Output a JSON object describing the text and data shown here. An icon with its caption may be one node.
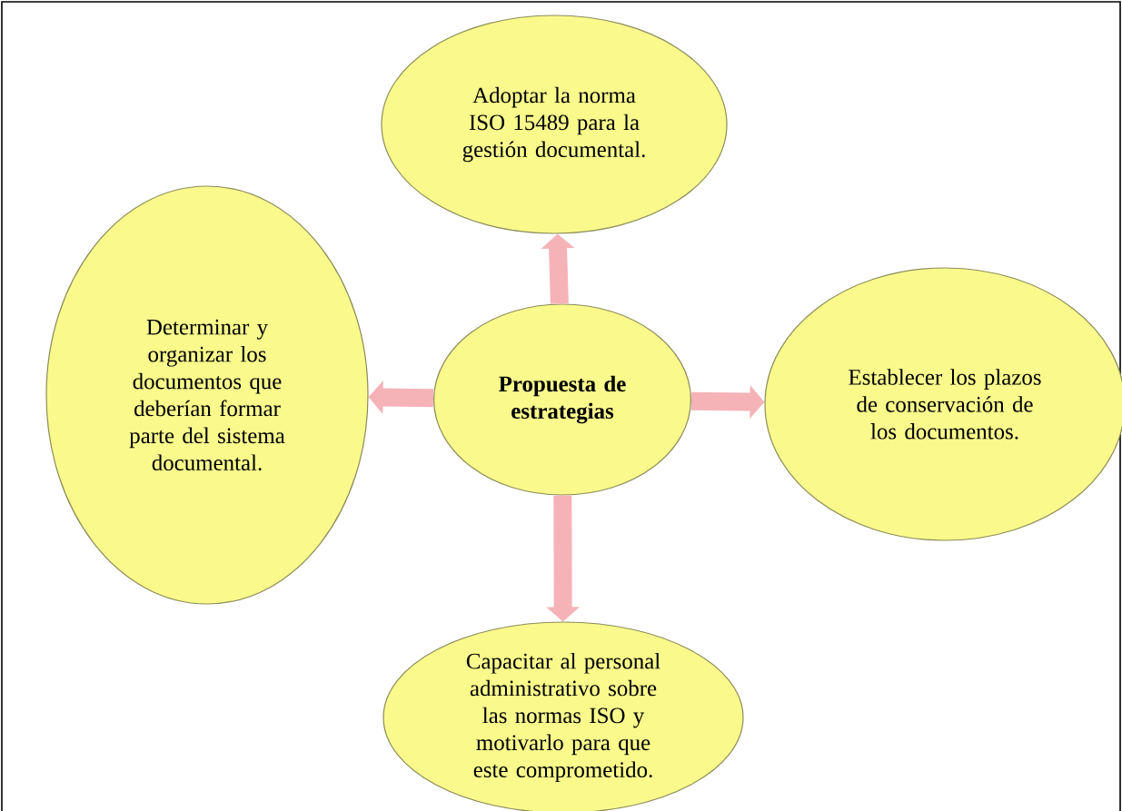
{
  "diagram": {
    "nodes": [
      {
        "text": [
          "Propuesta de estrategias"
        ]
      },
      {
        "text": [
          "Adoptar la norma ISO 15489 para la gestión documental."
        ]
      },
      {
        "text": [
          "Determinar y organizar los documentos que deberían formar parte del sistema documental."
        ]
      },
      {
        "text": [
          "Establecer los plazos de conservación de los documentos."
        ]
      },
      {
        "text": [
          "Capacitar al personal administrativo sobre las normas ISO y motivarlo para que este comprometido."
        ]
      }
    ],
    "edges": [
      {
        "from": 0,
        "to": 1,
        "arrow": "to"
      },
      {
        "from": 0,
        "to": 2,
        "arrow": "to"
      },
      {
        "from": 0,
        "to": 3,
        "arrow": "to"
      },
      {
        "from": 0,
        "to": 4,
        "arrow": "to"
      }
    ]
  }
}
